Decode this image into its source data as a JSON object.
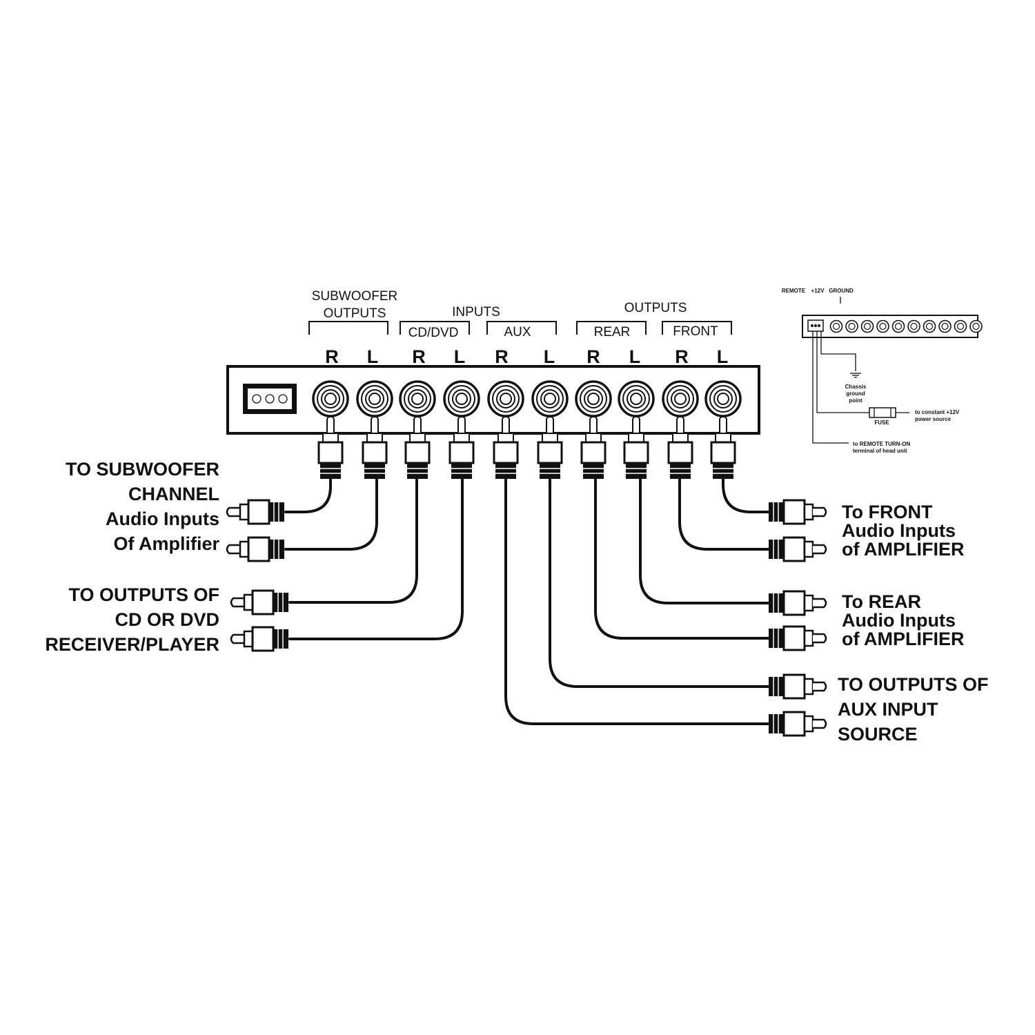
{
  "groups": {
    "subwoofer_line1": "SUBWOOFER",
    "subwoofer_line2": "OUTPUTS",
    "inputs": "INPUTS",
    "outputs": "OUTPUTS",
    "cd_dvd": "CD/DVD",
    "aux": "AUX",
    "rear": "REAR",
    "front": "FRONT"
  },
  "jacks": [
    "R",
    "L",
    "R",
    "L",
    "R",
    "L",
    "R",
    "L",
    "R",
    "L"
  ],
  "left_labels": {
    "subwoofer": [
      "TO SUBWOOFER",
      "CHANNEL",
      "Audio Inputs",
      "Of Amplifier"
    ],
    "cd": [
      "TO OUTPUTS OF",
      "CD OR DVD",
      "RECEIVER/PLAYER"
    ]
  },
  "right_labels": {
    "front": [
      "To FRONT",
      "Audio Inputs",
      "of AMPLIFIER"
    ],
    "rear": [
      "To REAR",
      "Audio Inputs",
      "of AMPLIFIER"
    ],
    "aux": [
      "TO OUTPUTS OF",
      "AUX INPUT",
      "SOURCE"
    ]
  },
  "power": {
    "remote": "REMOTE",
    "plus12": "+12V",
    "ground": "GROUND",
    "chassis": [
      "Chassis",
      "ground",
      "point"
    ],
    "fuse": "FUSE",
    "constant": [
      "to constant +12V",
      "power source"
    ],
    "remote_turn_on": [
      "to REMOTE TURN-ON",
      "terminal of head unit"
    ]
  }
}
